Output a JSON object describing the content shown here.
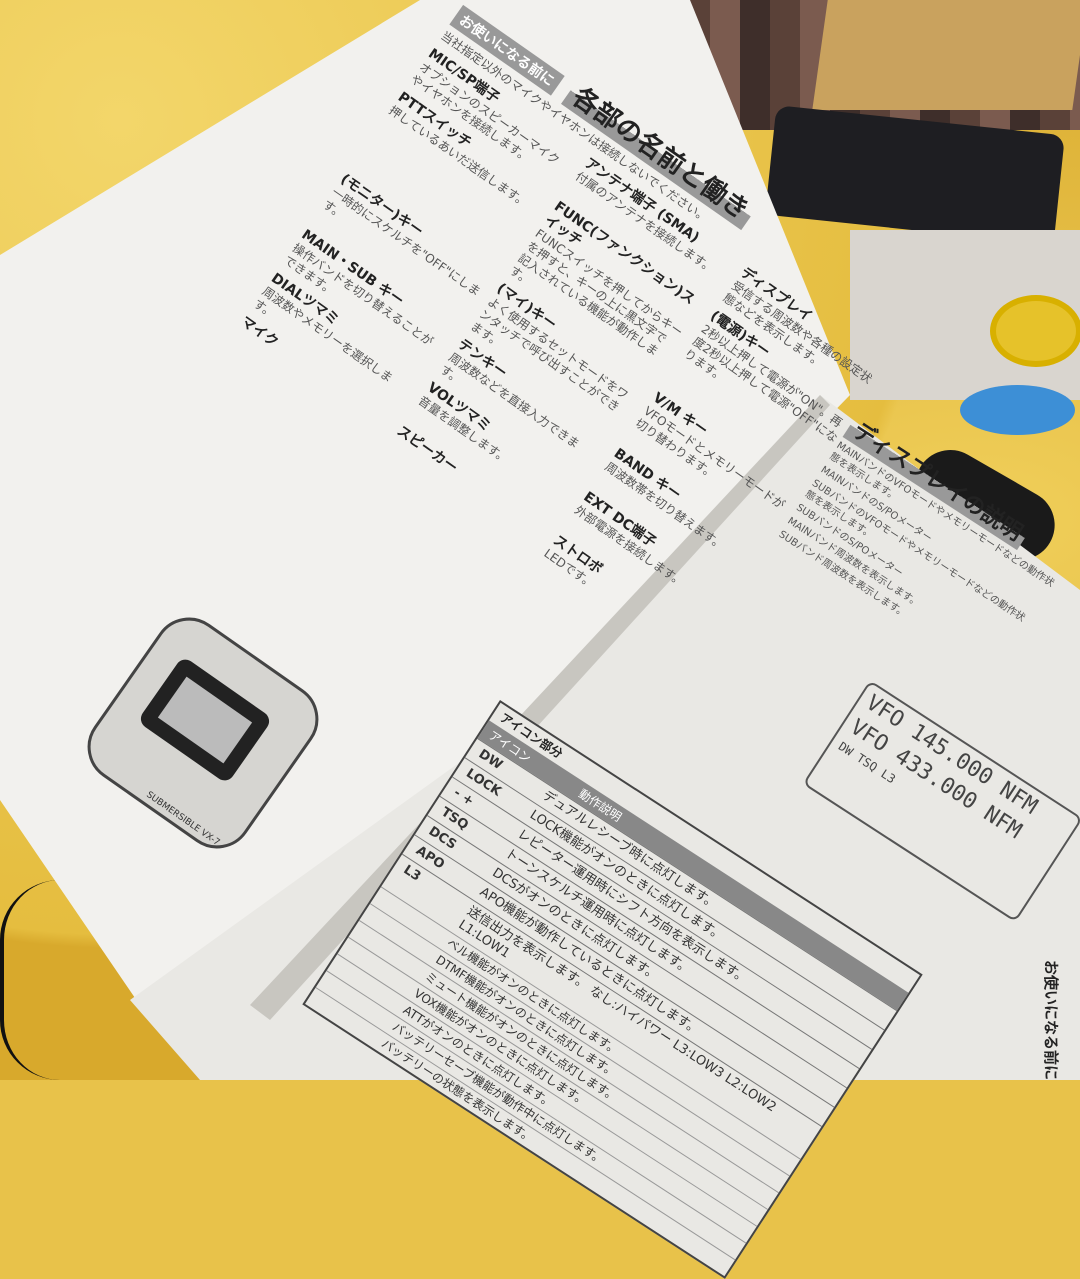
{
  "left_page": {
    "title": "各部の名前と働き",
    "section_marker": "お使いになる前に",
    "warning_text": "当社指定以外のマイクやイヤホンは接続しないでください。",
    "labels": [
      {
        "name": "MIC/SP端子",
        "desc": "オプションのスピーカーマイクやイヤホンを接続します。"
      },
      {
        "name": "アンテナ端子 (SMA)",
        "desc": "付属のアンテナを接続します。"
      },
      {
        "name": "ディスプレイ",
        "desc": "受信する周波数や各種の設定状態などを表示します。"
      },
      {
        "name": "PTTスイッチ",
        "desc": "押しているあいだ送信します。"
      },
      {
        "name": "FUNC(ファンクション)スイッチ",
        "desc": "FUNCスイッチを押してからキーを押すと、キーの上に黒文字で記入されている機能が動作します。"
      },
      {
        "name": "(電源)キー",
        "desc": "2秒以上押して電源が\"ON\"。再度2秒以上押して電源\"OFF\"になります。"
      },
      {
        "name": "(モニター)キー",
        "desc": "一時的にスケルチを\"OFF\"にします。"
      },
      {
        "name": "(マイ)キー",
        "desc": "よく使用するセットモードをワンタッチで呼び出すことができます。"
      },
      {
        "name": "V/M キー",
        "desc": "VFOモードとメモリーモードが切り替わります。"
      },
      {
        "name": "MAIN・SUB キー",
        "desc": "操作バンドを切り替えることができます。"
      },
      {
        "name": "テンキー",
        "desc": "周波数などを直接入力できます。"
      },
      {
        "name": "BAND キー",
        "desc": "周波数帯を切り替えます。"
      },
      {
        "name": "DIALツマミ",
        "desc": "周波数やメモリーを選択します。"
      },
      {
        "name": "VOLツマミ",
        "desc": "音量を調整します。"
      },
      {
        "name": "EXT DC端子",
        "desc": "外部電源を接続します。"
      },
      {
        "name": "マイク",
        "desc": ""
      },
      {
        "name": "スピーカー",
        "desc": ""
      },
      {
        "name": "ストロボ",
        "desc": "LEDです。"
      }
    ],
    "radio_model": "SUBMERSIBLE VX-7"
  },
  "right_page": {
    "title": "ディスプレイの説明",
    "callouts": [
      "MAINバンドのVFOモードやメモリーモードなどの動作状態を表示します。",
      "MAINバンドのS/POメーター",
      "SUBバンドのVFOモードやメモリーモードなどの動作状態を表示します。",
      "SUBバンドのS/POメーター",
      "MAINバンド周波数を表示します。",
      "SUBバンド周波数を表示します。"
    ],
    "lcd": {
      "main_line": "VFO 145.000 NFM",
      "sub_line": "VFO 433.000 NFM",
      "icons_line": "DW TSQ L3"
    },
    "icon_section_title": "アイコン部分",
    "table": {
      "headers": [
        "アイコン",
        "動作説明"
      ],
      "rows": [
        {
          "icon": "DW",
          "desc": "デュアルレシーブ時に点灯します。"
        },
        {
          "icon": "LOCK",
          "desc": "LOCK機能がオンのときに点灯します。"
        },
        {
          "icon": "- +",
          "desc": "レピーター運用時にシフト方向を表示します。"
        },
        {
          "icon": "TSQ",
          "desc": "トーンスケルチ運用時に点灯します。"
        },
        {
          "icon": "DCS",
          "desc": "DCSがオンのときに点灯します。"
        },
        {
          "icon": "APO",
          "desc": "APO機能が動作しているときに点灯します。"
        },
        {
          "icon": "L3",
          "desc": "送信出力を表示します。 なし:ハイパワー L3:LOW3 L2:LOW2 L1:LOW1"
        }
      ]
    },
    "table2_rows": [
      "ベル機能がオンのときに点灯します。",
      "DTMF機能がオンのときに点灯します。",
      "ミュート機能がオンのときに点灯します。",
      "VOX機能がオンのときに点灯します。",
      "ATTがオンのときに点灯します。",
      "バッテリーセーブ機能が動作中に点灯します。",
      "バッテリーの状態を表示します。"
    ],
    "side_tab": "お使いになる前に"
  }
}
